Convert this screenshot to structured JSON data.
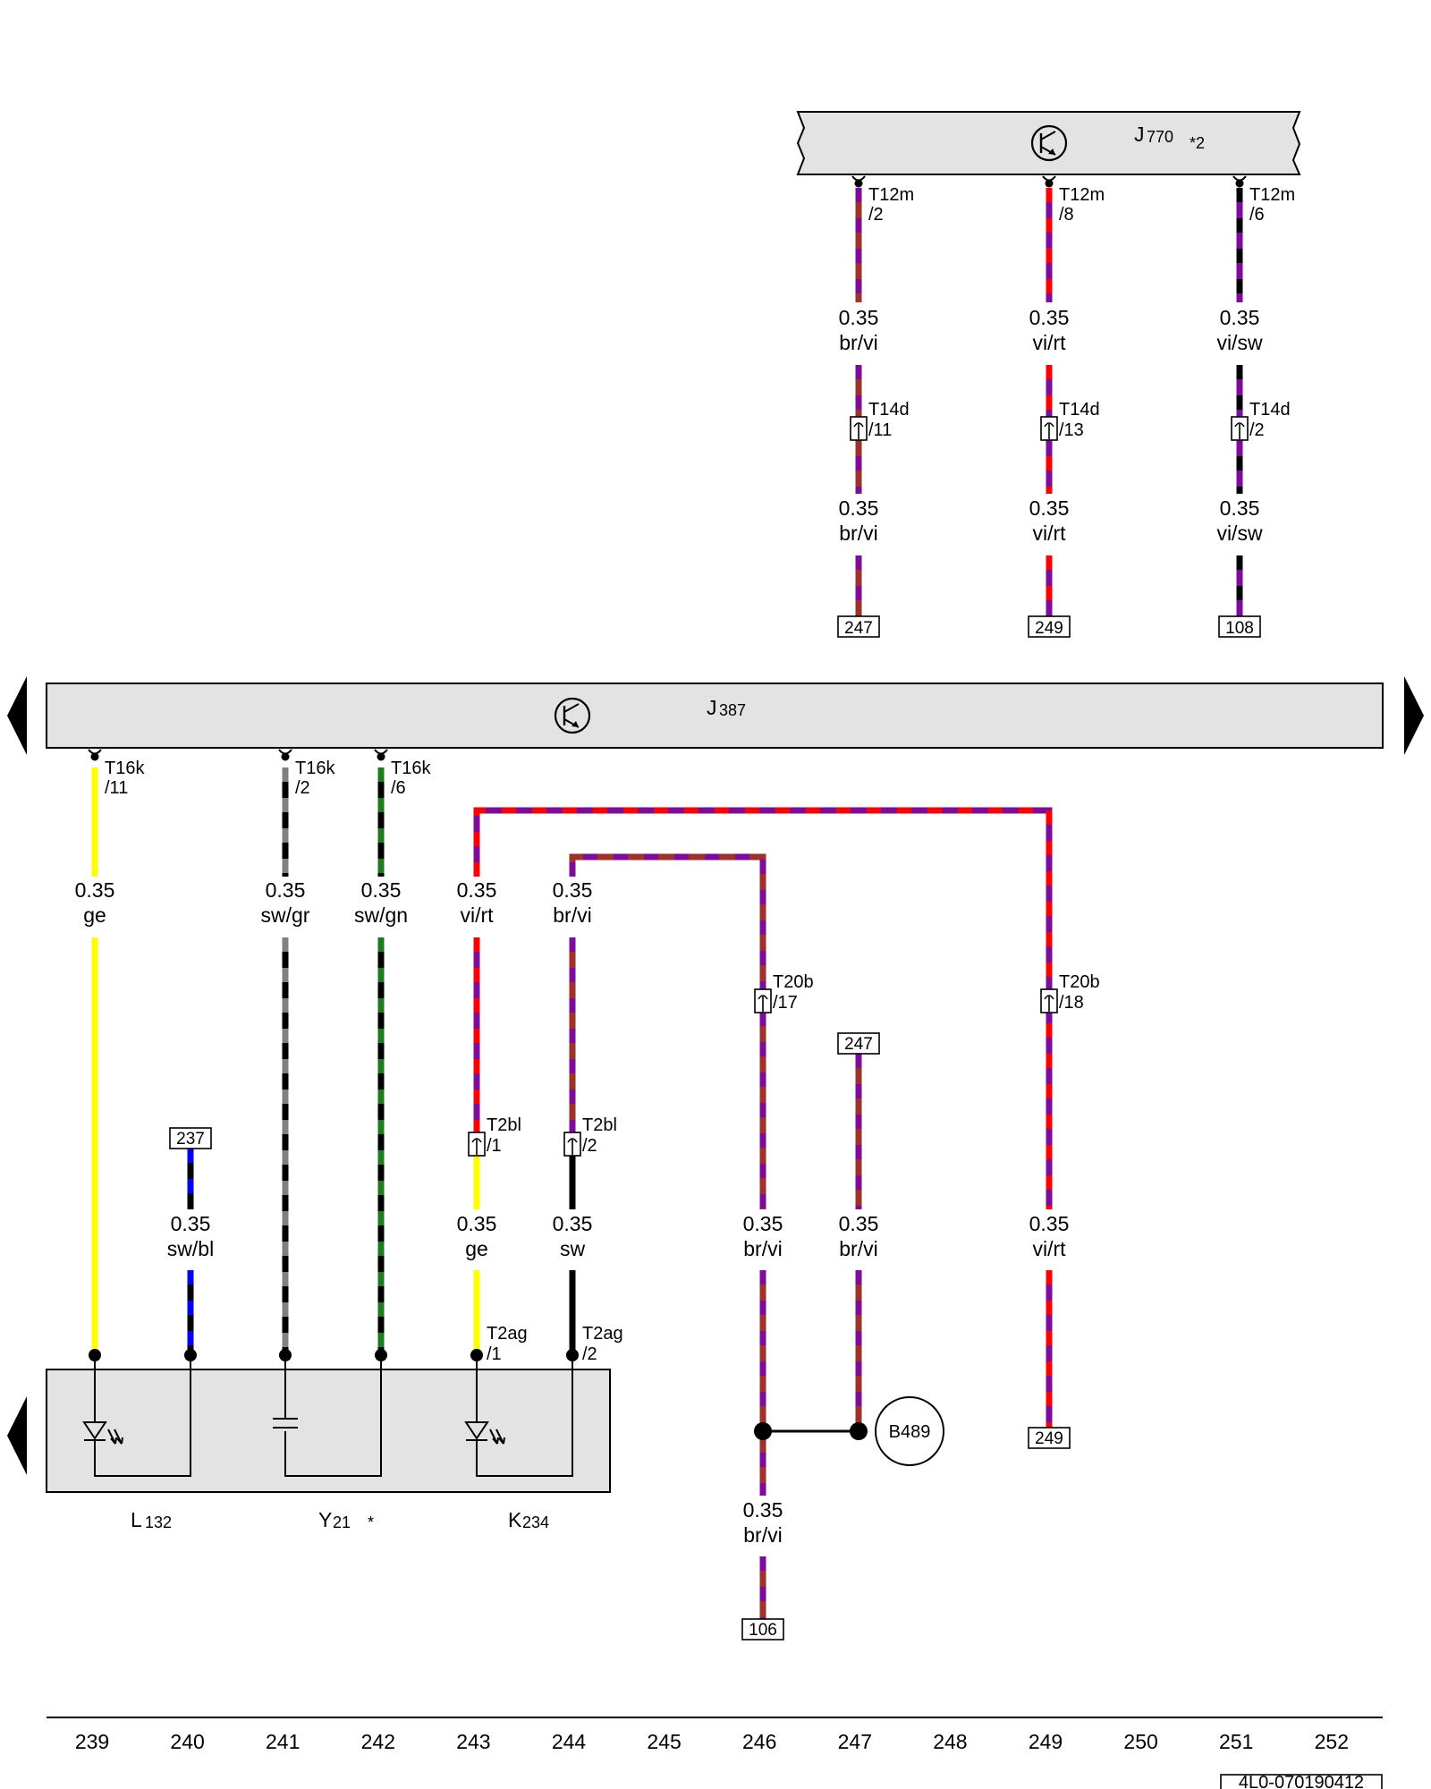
{
  "diagram_id": "4L0-070190412",
  "components": {
    "J770": {
      "main": "J",
      "sub": "770",
      "note": "*2"
    },
    "J387": {
      "main": "J",
      "sub": "387"
    },
    "L132": {
      "main": "L",
      "sub": "132"
    },
    "Y21": {
      "main": "Y",
      "sub": "21",
      "note": "*"
    },
    "K234": {
      "main": "K",
      "sub": "234"
    },
    "B489": "B489"
  },
  "wire_labels": {
    "w2": {
      "size": "0.35",
      "color": "br/vi"
    },
    "w8": {
      "size": "0.35",
      "color": "vi/rt"
    },
    "w6": {
      "size": "0.35",
      "color": "vi/sw"
    },
    "ge": {
      "size": "0.35",
      "color": "ge"
    },
    "swbl": {
      "size": "0.35",
      "color": "sw/bl"
    },
    "swgr": {
      "size": "0.35",
      "color": "sw/gr"
    },
    "swgn": {
      "size": "0.35",
      "color": "sw/gn"
    },
    "vi_rt": {
      "size": "0.35",
      "color": "vi/rt"
    },
    "br_vi": {
      "size": "0.35",
      "color": "br/vi"
    },
    "sw": {
      "size": "0.35",
      "color": "sw"
    }
  },
  "connectors": {
    "t12m_2": {
      "name": "T12m",
      "pin": "/2"
    },
    "t12m_8": {
      "name": "T12m",
      "pin": "/8"
    },
    "t12m_6": {
      "name": "T12m",
      "pin": "/6"
    },
    "t14d_11": {
      "name": "T14d",
      "pin": "/11"
    },
    "t14d_13": {
      "name": "T14d",
      "pin": "/13"
    },
    "t14d_2": {
      "name": "T14d",
      "pin": "/2"
    },
    "t16k_11": {
      "name": "T16k",
      "pin": "/11"
    },
    "t16k_2": {
      "name": "T16k",
      "pin": "/2"
    },
    "t16k_6": {
      "name": "T16k",
      "pin": "/6"
    },
    "t20b_17": {
      "name": "T20b",
      "pin": "/17"
    },
    "t20b_18": {
      "name": "T20b",
      "pin": "/18"
    },
    "t2bl_1": {
      "name": "T2bl",
      "pin": "/1"
    },
    "t2bl_2": {
      "name": "T2bl",
      "pin": "/2"
    },
    "t2ag_1": {
      "name": "T2ag",
      "pin": "/1"
    },
    "t2ag_2": {
      "name": "T2ag",
      "pin": "/2"
    }
  },
  "references": {
    "r247a": "247",
    "r249a": "249",
    "r108": "108",
    "r237": "237",
    "r247b": "247",
    "r249b": "249",
    "r106": "106"
  },
  "column_numbers": [
    "239",
    "240",
    "241",
    "242",
    "243",
    "244",
    "245",
    "246",
    "247",
    "248",
    "249",
    "250",
    "251",
    "252"
  ],
  "colors": {
    "br": "#a0302a",
    "vi": "#7d0b9c",
    "rt": "#ff0000",
    "sw": "#000000",
    "ge": "#ffff00",
    "bl": "#0000ff",
    "gr": "#808080",
    "gn": "#1e7b1e",
    "panel": "#e3e3e3"
  }
}
